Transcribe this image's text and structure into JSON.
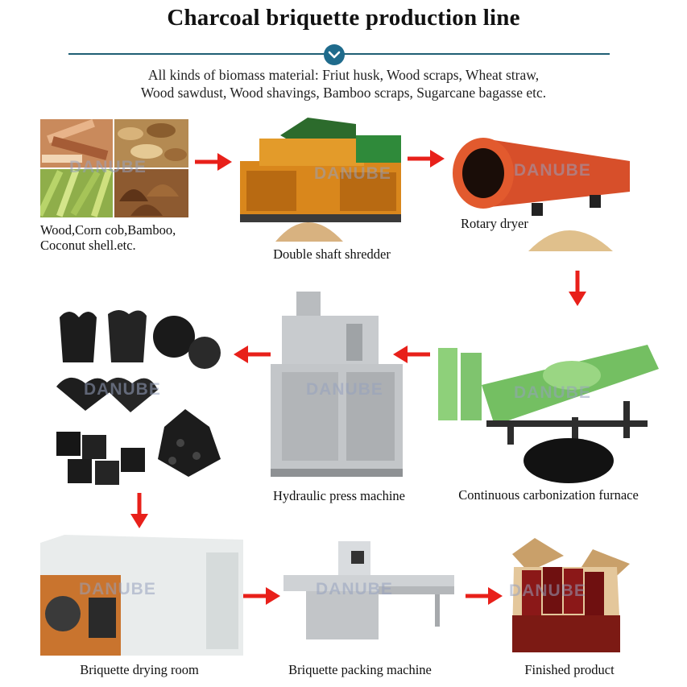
{
  "title": "Charcoal briquette production line",
  "intro_lines": [
    "All kinds of biomass material: Friut husk, Wood scraps, Wheat straw,",
    "Wood sawdust, Wood shavings, Bamboo scraps, Sugarcane bagasse etc."
  ],
  "watermark": "DANUBE",
  "steps": {
    "raw_material": {
      "caption_line1": "Wood,Corn cob,Bamboo,",
      "caption_line2": "Coconut shell.etc."
    },
    "shredder": {
      "caption": "Double shaft shredder"
    },
    "dryer": {
      "caption": "Rotary dryer"
    },
    "furnace": {
      "caption": "Continuous carbonization furnace"
    },
    "press": {
      "caption": "Hydraulic press machine"
    },
    "briquettes": {
      "caption": ""
    },
    "drying_room": {
      "caption": "Briquette drying room"
    },
    "packing": {
      "caption": "Briquette packing machine"
    },
    "finished": {
      "caption": "Finished product"
    }
  },
  "colors": {
    "arrow": "#e8201a",
    "title_rule": "#1f5f74",
    "chevron_badge": "#1f6b8c"
  },
  "icons": [
    "chevron-down-icon",
    "arrow-right-icon",
    "arrow-left-icon",
    "arrow-down-icon"
  ]
}
